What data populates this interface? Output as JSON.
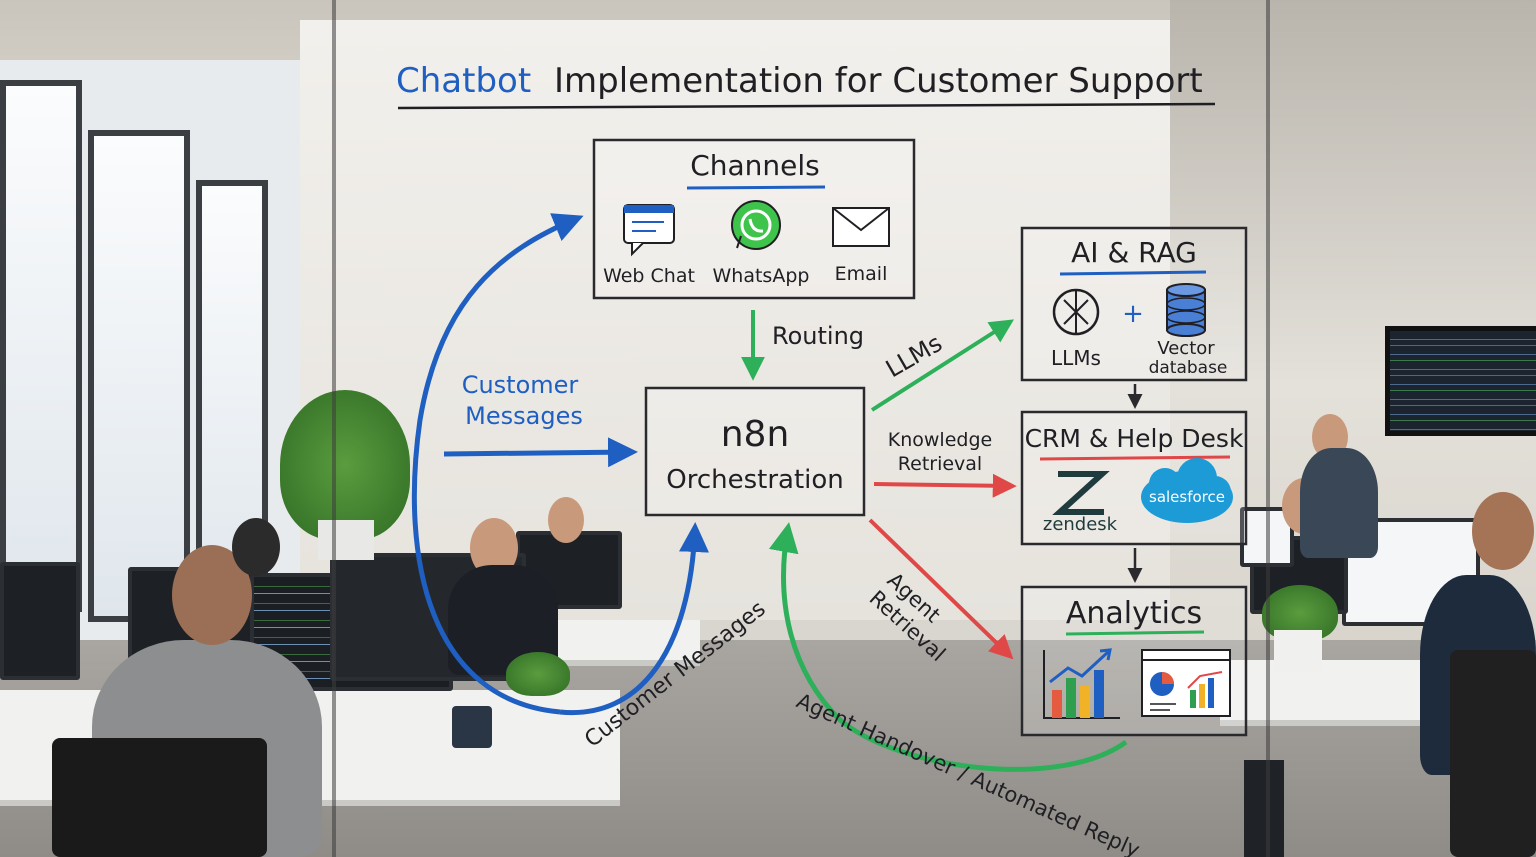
{
  "title": {
    "highlight": "Chatbot",
    "rest": "Implementation for Customer Support"
  },
  "nodes": {
    "channels": {
      "title": "Channels",
      "items": [
        {
          "label": "Web Chat",
          "icon": "chat-bubble-icon"
        },
        {
          "label": "WhatsApp",
          "icon": "whatsapp-icon"
        },
        {
          "label": "Email",
          "icon": "envelope-icon"
        }
      ]
    },
    "orchestration": {
      "line1": "n8n",
      "line2": "Orchestration"
    },
    "ai_rag": {
      "title": "AI & RAG",
      "items": [
        {
          "label": "LLMs",
          "icon": "openai-knot-icon"
        },
        {
          "label": "Vector",
          "label2": "database",
          "icon": "database-icon"
        }
      ],
      "joiner": "+"
    },
    "crm": {
      "title": "CRM & Help Desk",
      "items": [
        {
          "label": "zendesk",
          "icon": "zendesk-logo-icon"
        },
        {
          "label": "salesforce",
          "icon": "salesforce-cloud-icon"
        }
      ]
    },
    "analytics": {
      "title": "Analytics",
      "icons": [
        "bar-chart-icon",
        "dashboard-icon"
      ]
    }
  },
  "edges": {
    "routing": "Routing",
    "customer_messages_in": {
      "line1": "Customer",
      "line2": "Messages"
    },
    "llms": "LLMs",
    "knowledge": {
      "line1": "Knowledge",
      "line2": "Retrieval"
    },
    "agent": {
      "line1": "Agent",
      "line2": "Retrieval"
    },
    "customer_messages_loop": "Customer Messages",
    "handover": "Agent Handover / Automated Reply"
  },
  "colors": {
    "blue": "#1f5fc2",
    "green": "#2eb05a",
    "red": "#e04848",
    "ink": "#1f1f24",
    "whatsapp": "#3ec44a",
    "salesforce": "#1d9bd7",
    "zendesk": "#1f3b3d"
  }
}
